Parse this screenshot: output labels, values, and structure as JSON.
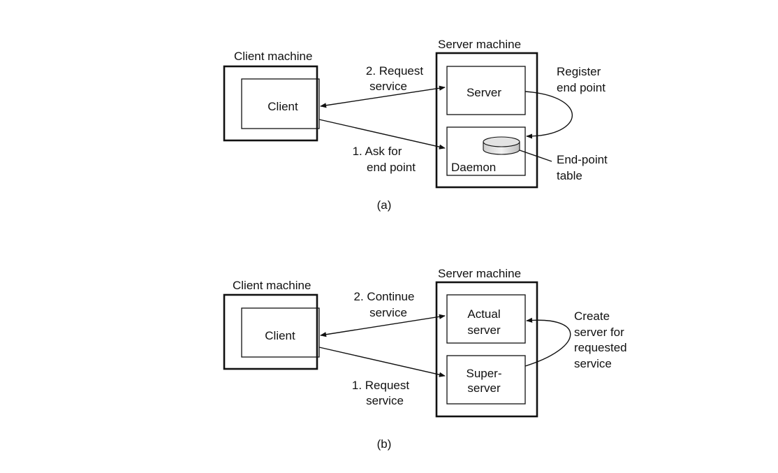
{
  "diagram_a": {
    "caption": "(a)",
    "client_machine": {
      "title": "Client machine",
      "client_label": "Client"
    },
    "server_machine": {
      "title": "Server machine",
      "server_label": "Server",
      "daemon_label": "Daemon"
    },
    "request_service": {
      "line1": "2. Request",
      "line2": "service"
    },
    "ask_end_point": {
      "line1": "1. Ask for",
      "line2": "end point"
    },
    "register_end_point": {
      "line1": "Register",
      "line2": "end point"
    },
    "end_point_table": {
      "line1": "End-point",
      "line2": "table"
    }
  },
  "diagram_b": {
    "caption": "(b)",
    "client_machine": {
      "title": "Client machine",
      "client_label": "Client"
    },
    "server_machine": {
      "title": "Server machine",
      "actual_server": {
        "line1": "Actual",
        "line2": "server"
      },
      "super_server": {
        "line1": "Super-",
        "line2": "server"
      }
    },
    "continue_service": {
      "line1": "2. Continue",
      "line2": "service"
    },
    "request_service": {
      "line1": "1. Request",
      "line2": "service"
    },
    "create_server": {
      "line1": "Create",
      "line2": "server for",
      "line3": "requested",
      "line4": "service"
    }
  }
}
